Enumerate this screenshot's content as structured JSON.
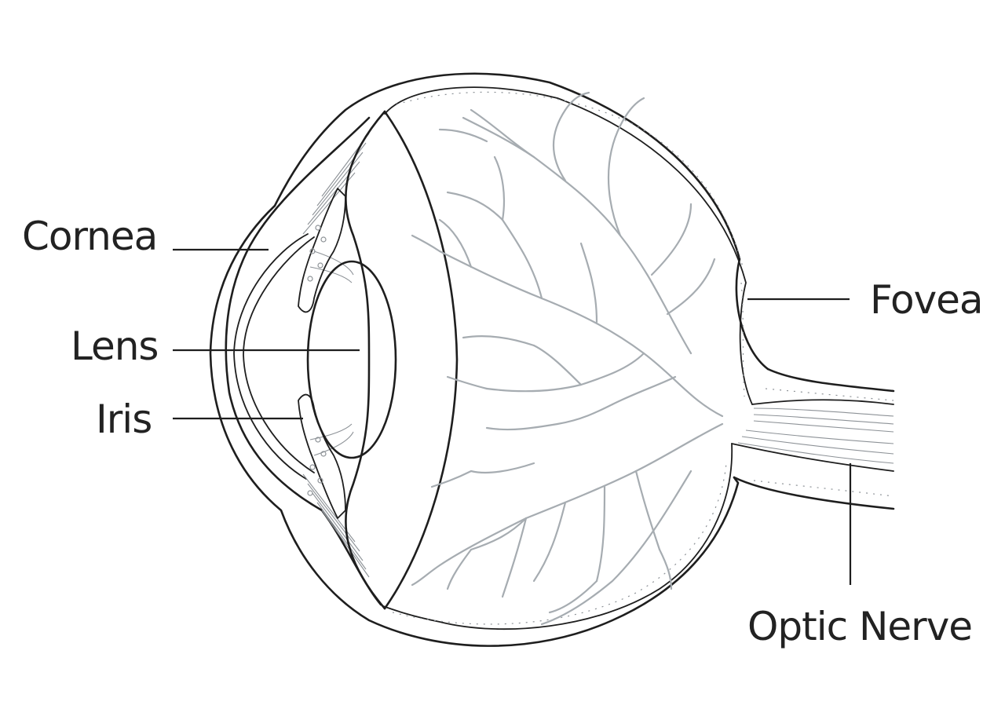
{
  "labels": {
    "cornea": "Cornea",
    "lens": "Lens",
    "iris": "Iris",
    "fovea": "Fovea",
    "optic_nerve": "Optic Nerve"
  },
  "colors": {
    "ink": "#1e1e1e",
    "vessels": "#a6acb1",
    "background": "#ffffff"
  }
}
